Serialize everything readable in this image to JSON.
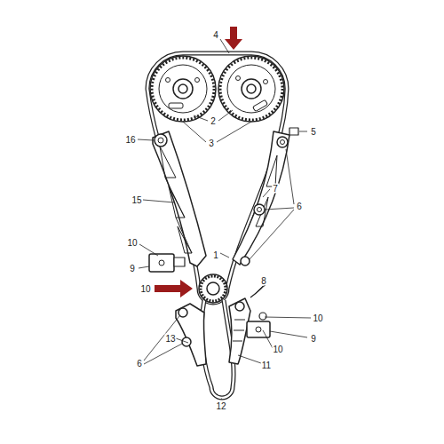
{
  "diagram": {
    "labels": [
      "4",
      "2",
      "3",
      "16",
      "5",
      "15",
      "7",
      "6",
      "10",
      "9",
      "1",
      "8",
      "10",
      "10",
      "13",
      "9",
      "10",
      "6",
      "11",
      "12"
    ]
  }
}
